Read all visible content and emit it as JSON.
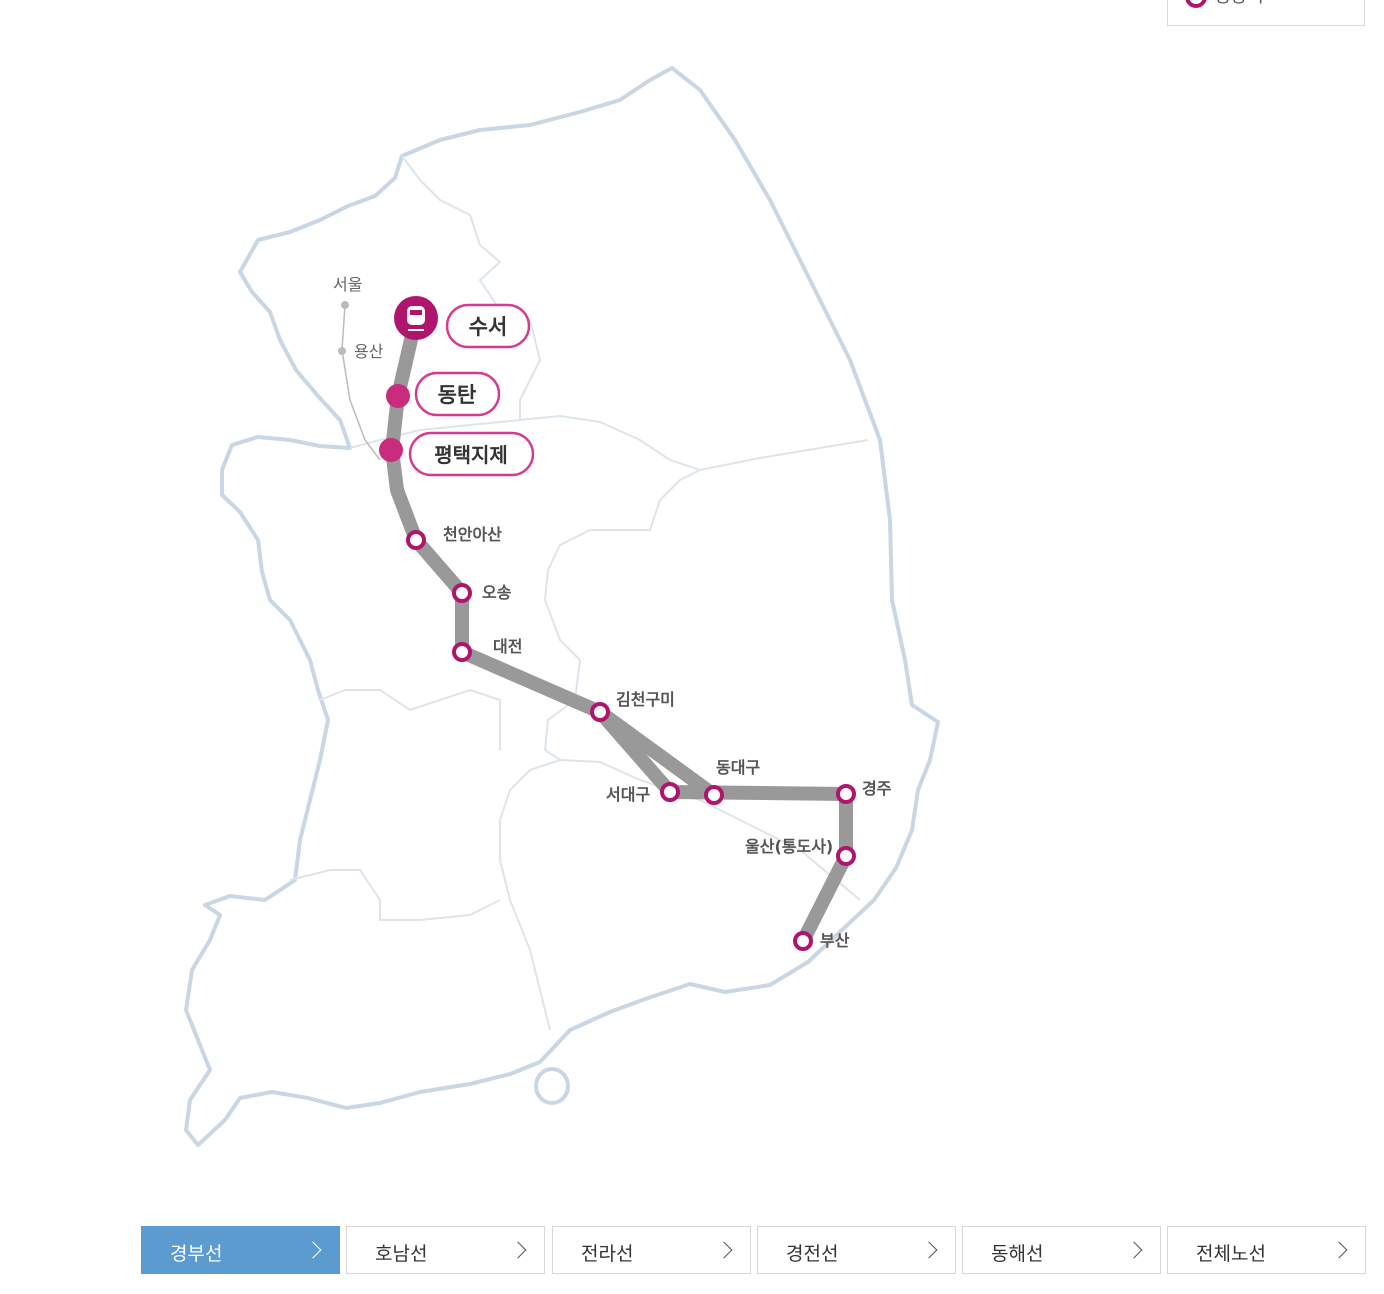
{
  "legend": {
    "label": "정왕역"
  },
  "map": {
    "cities": [
      {
        "name": "서울"
      },
      {
        "name": "용산"
      }
    ],
    "major_stations": [
      {
        "name": "수서",
        "type": "origin"
      },
      {
        "name": "동탄",
        "type": "srt-stop"
      },
      {
        "name": "평택지제",
        "type": "srt-stop"
      }
    ],
    "stations": [
      {
        "name": "천안아산"
      },
      {
        "name": "오송"
      },
      {
        "name": "대전"
      },
      {
        "name": "김천구미"
      },
      {
        "name": "서대구"
      },
      {
        "name": "동대구"
      },
      {
        "name": "경주"
      },
      {
        "name": "울산(통도사)"
      },
      {
        "name": "부산"
      }
    ]
  },
  "tabs": [
    {
      "label": "경부선",
      "active": true
    },
    {
      "label": "호남선",
      "active": false
    },
    {
      "label": "전라선",
      "active": false
    },
    {
      "label": "경전선",
      "active": false
    },
    {
      "label": "동해선",
      "active": false
    },
    {
      "label": "전체노선",
      "active": false
    }
  ],
  "colors": {
    "accent": "#b0156e",
    "route": "#999999",
    "tab_active": "#5b9bd0",
    "coast": "#c9d6e3"
  }
}
